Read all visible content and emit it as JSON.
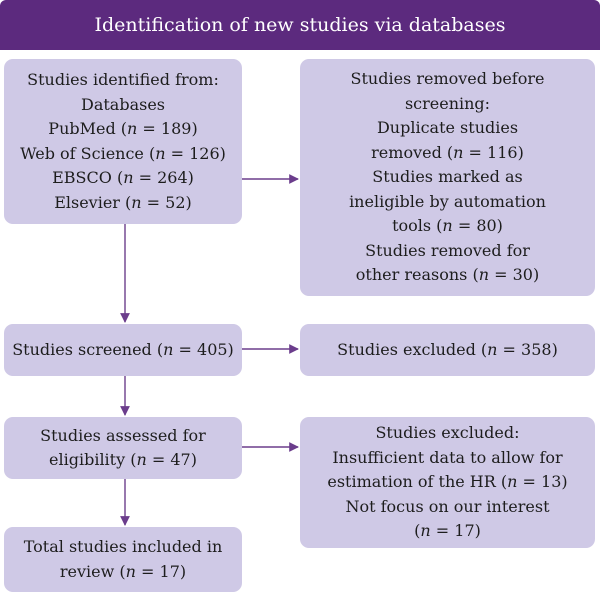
{
  "colors": {
    "header_bg": "#5c2a7e",
    "box_bg": "#cfc9e6",
    "arrow": "#6b3d8c"
  },
  "header": {
    "title": "Identification of new studies via databases"
  },
  "boxes": {
    "identified": {
      "lines": [
        {
          "text": "Studies identified from:"
        },
        {
          "text": "Databases"
        },
        {
          "pre": "PubMed (",
          "n": "n",
          "post": " = 189)"
        },
        {
          "pre": "Web of Science (",
          "n": "n",
          "post": " = 126)"
        },
        {
          "pre": "EBSCO (",
          "n": "n",
          "post": " = 264)"
        },
        {
          "pre": "Elsevier (",
          "n": "n",
          "post": " = 52)"
        }
      ]
    },
    "removed_before_screening": {
      "lines": [
        {
          "text": "Studies removed before"
        },
        {
          "text": "screening:"
        },
        {
          "text": "Duplicate studies"
        },
        {
          "pre": "removed (",
          "n": "n",
          "post": " = 116)"
        },
        {
          "text": "Studies marked as"
        },
        {
          "text": "ineligible by automation"
        },
        {
          "pre": "tools (",
          "n": "n",
          "post": " = 80)"
        },
        {
          "text": "Studies removed for"
        },
        {
          "pre": "other reasons (",
          "n": "n",
          "post": " = 30)"
        }
      ]
    },
    "screened": {
      "lines": [
        {
          "pre": "Studies screened (",
          "n": "n",
          "post": " = 405)"
        }
      ]
    },
    "excluded_screening": {
      "lines": [
        {
          "pre": "Studies excluded (",
          "n": "n",
          "post": " = 358)"
        }
      ]
    },
    "assessed": {
      "lines": [
        {
          "text": "Studies assessed for"
        },
        {
          "pre": "eligibility (",
          "n": "n",
          "post": " = 47)"
        }
      ]
    },
    "excluded_eligibility": {
      "lines": [
        {
          "text": "Studies excluded:"
        },
        {
          "text": "Insufficient data to allow for"
        },
        {
          "pre": "estimation of the HR (",
          "n": "n",
          "post": " = 13)"
        },
        {
          "text": "Not focus on our interest"
        },
        {
          "pre": "(",
          "n": "n",
          "post": " = 17)"
        }
      ]
    },
    "included": {
      "lines": [
        {
          "text": "Total studies included in"
        },
        {
          "pre": "review (",
          "n": "n",
          "post": " = 17)"
        }
      ]
    }
  }
}
